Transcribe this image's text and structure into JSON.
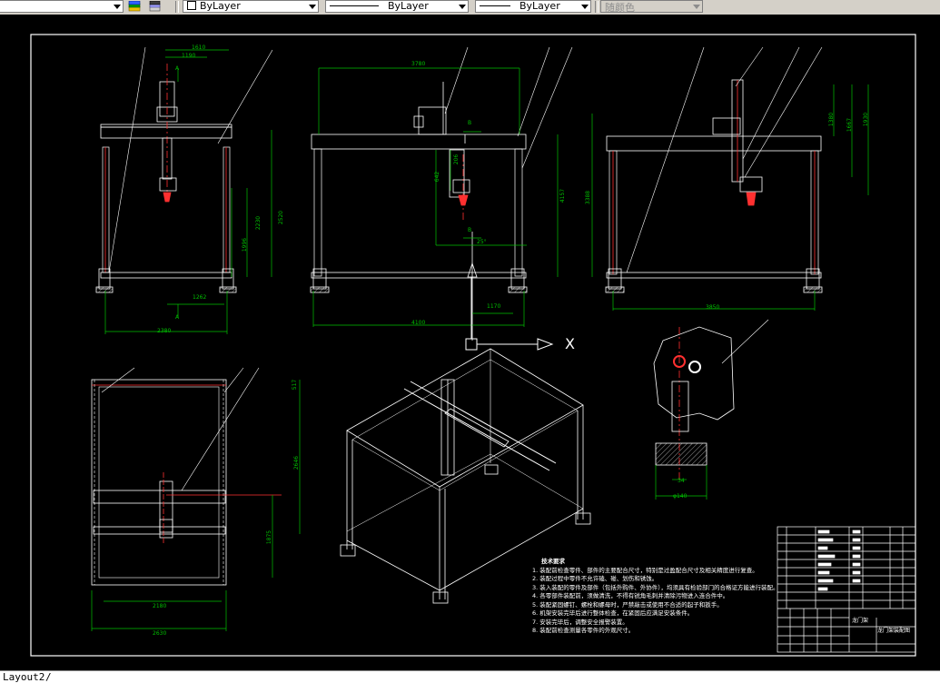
{
  "toolbar": {
    "color_value": "ByLayer",
    "linetype_value": "ByLayer",
    "lineweight_value": "ByLayer",
    "plotstyle_value": "随颜色"
  },
  "notes": {
    "heading": "技术要求",
    "lines": [
      "1. 装配前检查零件、部件的主要配合尺寸，特别是过盈配合尺寸及相关精度进行复查。",
      "2. 装配过程中零件不允许磕、碰、划伤和锈蚀。",
      "3. 装入装配的零件及部件（包括外购件、外协件），均须具有检验部门的合格证方能进行装配。",
      "4. 各零部件装配前，须做清洗，不得有锐角毛刺并清除污物进入连合件中。",
      "5. 装配紧固螺钉、螺栓和螺母时，严禁敲击或使用不合适的起子和扳手。",
      "6. 机架安装完毕后进行整体检查，在紧固后应满足安装条件。",
      "7. 安装完毕后，调整安全报警装置。",
      "8. 装配前检查测量各零件的外观尺寸。"
    ]
  },
  "title_block": {
    "drawing_name": "龙门架",
    "drawing_label": "龙门架装配图"
  },
  "dimensions": {
    "front_top_1": "1610",
    "front_top_2": "1190",
    "front_bottom_1": "1262",
    "front_bottom_2": "2380",
    "front_v1": "1996",
    "front_v2": "2230",
    "front_v3": "2520",
    "side_top": "3780",
    "side_bottom": "4100",
    "side_v1": "642",
    "side_v2": "206",
    "side_v3": "4157",
    "side_small": "1170",
    "side_angle": "25°",
    "side_b1": "B",
    "side_b2": "B",
    "right_v1": "3388",
    "right_v2": "1380",
    "right_v3": "1667",
    "right_v4": "1930",
    "right_bottom": "3850",
    "top_v1": "517",
    "top_v2": "2646",
    "top_v3": "1875",
    "top_bottom_1": "2180",
    "top_bottom_2": "2630",
    "detail_w": "34",
    "detail_dia": "φ140",
    "section_a1": "A",
    "section_a2": "A"
  },
  "ucs": {
    "x_label": "X"
  },
  "tabs": {
    "layout2": "Layout2",
    "separator": "/"
  }
}
